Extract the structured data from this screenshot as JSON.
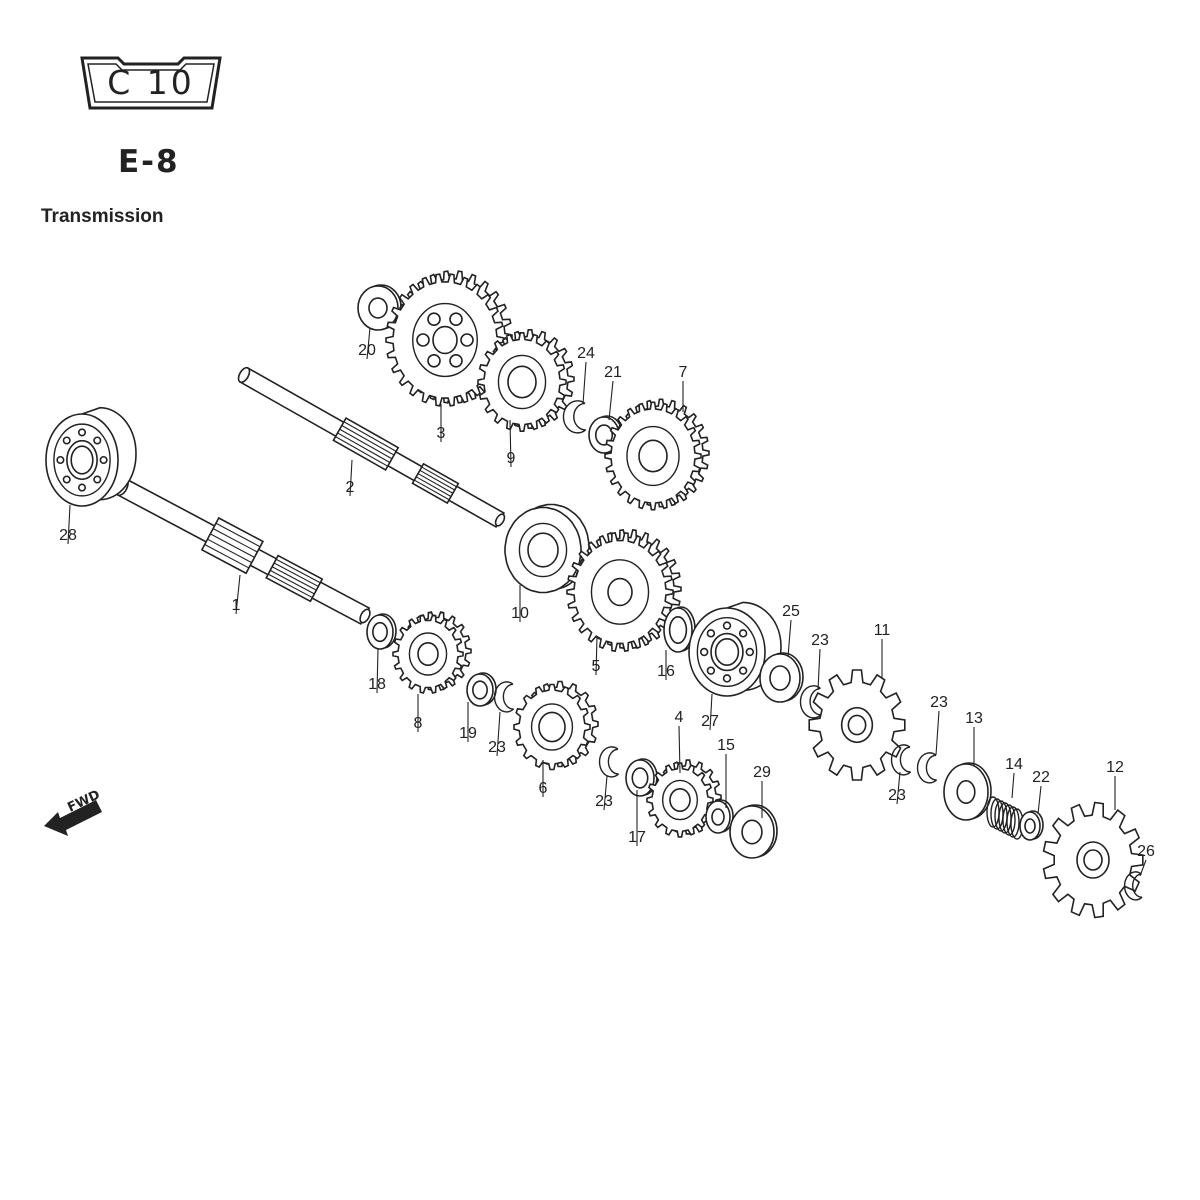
{
  "header": {
    "badge_label": "C 10",
    "section_code": "E-8",
    "title": "Transmission"
  },
  "direction_label": "FWD",
  "callouts": [
    "1",
    "2",
    "3",
    "4",
    "5",
    "6",
    "7",
    "8",
    "9",
    "10",
    "11",
    "12",
    "13",
    "14",
    "15",
    "16",
    "17",
    "18",
    "19",
    "20",
    "21",
    "22",
    "23",
    "24",
    "25",
    "26",
    "27",
    "28",
    "29"
  ]
}
